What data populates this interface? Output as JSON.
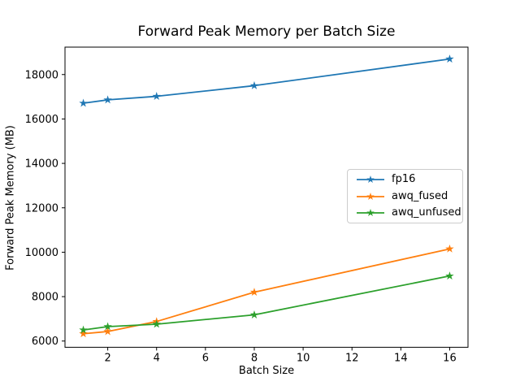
{
  "figure": {
    "background": "#ffffff",
    "text_color": "#000000",
    "spine_color": "#000000"
  },
  "chart_data": {
    "type": "line",
    "title": "Forward Peak Memory per Batch Size",
    "xlabel": "Batch Size",
    "ylabel": "Forward Peak Memory (MB)",
    "x": [
      1,
      2,
      4,
      8,
      16
    ],
    "series": [
      {
        "name": "fp16",
        "color": "#1f77b4",
        "values": [
          16710,
          16860,
          17020,
          17500,
          18700
        ]
      },
      {
        "name": "awq_fused",
        "color": "#ff7f0e",
        "values": [
          6330,
          6430,
          6880,
          8200,
          10150
        ]
      },
      {
        "name": "awq_unfused",
        "color": "#2ca02c",
        "values": [
          6500,
          6650,
          6760,
          7180,
          8930
        ]
      }
    ],
    "marker": "star",
    "line_width": 1.8,
    "xlim": [
      0.25,
      16.75
    ],
    "ylim": [
      5720,
      19235
    ],
    "xticks": [
      2,
      4,
      6,
      8,
      10,
      12,
      14,
      16
    ],
    "yticks": [
      6000,
      8000,
      10000,
      12000,
      14000,
      16000,
      18000
    ],
    "grid": false,
    "legend_position": "center right"
  }
}
